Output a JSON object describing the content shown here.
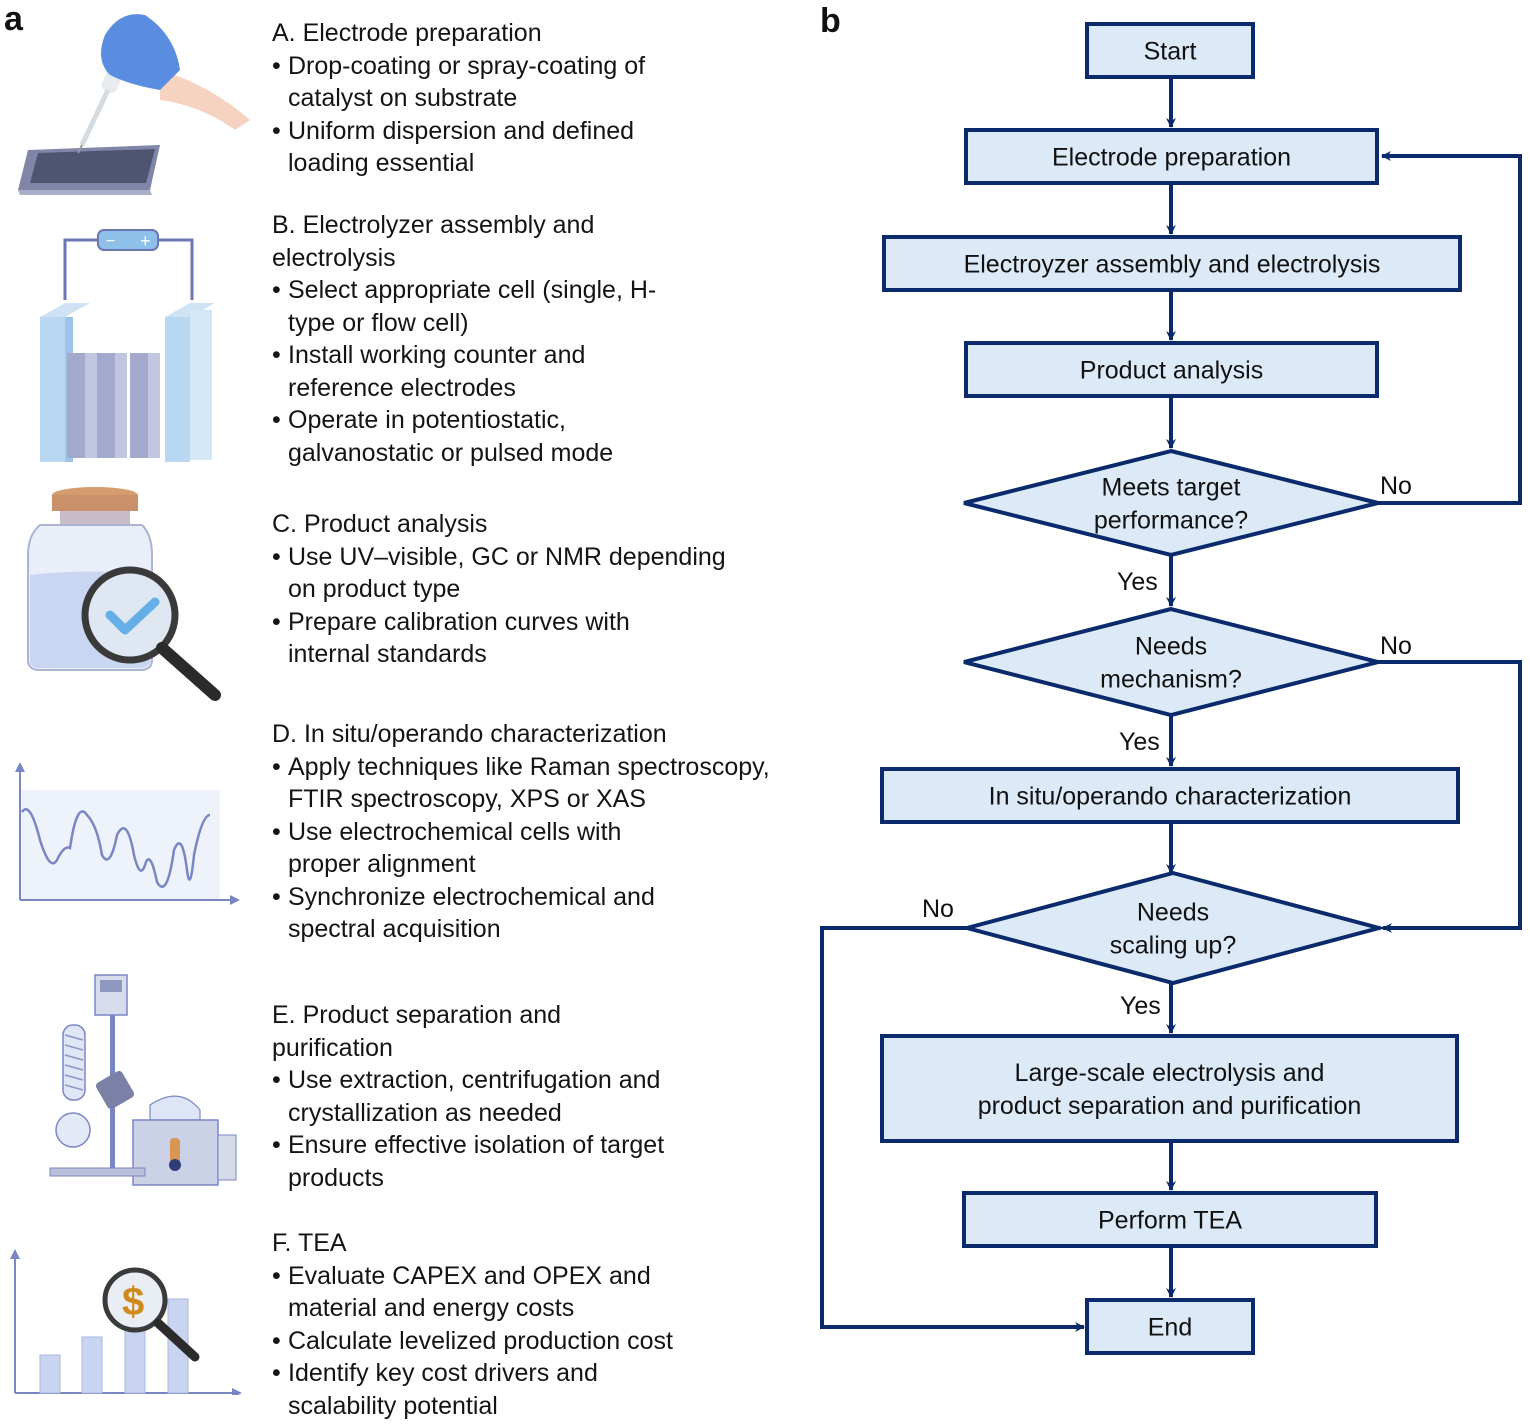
{
  "panels": {
    "a_label": "a",
    "b_label": "b"
  },
  "steps": [
    {
      "title_lines": [
        "A. Electrode preparation"
      ],
      "bullets": [
        [
          "Drop-coating or spray-coating of",
          "catalyst on substrate"
        ],
        [
          "Uniform dispersion and defined",
          "loading essential"
        ]
      ],
      "icon": "pipette-electrode-icon"
    },
    {
      "title_lines": [
        "B. Electrolyzer assembly and",
        "electrolysis"
      ],
      "bullets": [
        [
          "Select appropriate cell (single, H-",
          "type or flow cell)"
        ],
        [
          "Install working counter and",
          "reference electrodes"
        ],
        [
          "Operate in potentiostatic,",
          "galvanostatic or pulsed mode"
        ]
      ],
      "icon": "electrolyzer-cell-icon"
    },
    {
      "title_lines": [
        "C. Product analysis"
      ],
      "bullets": [
        [
          "Use UV–visible, GC or NMR depending",
          "on product type"
        ],
        [
          "Prepare calibration curves with",
          "internal standards"
        ]
      ],
      "icon": "jar-magnifier-icon"
    },
    {
      "title_lines": [
        "D. In situ/operando characterization"
      ],
      "bullets": [
        [
          "Apply techniques like Raman spectroscopy,",
          "FTIR spectroscopy, XPS or XAS"
        ],
        [
          "Use electrochemical cells with",
          "proper alignment"
        ],
        [
          "Synchronize electrochemical and",
          "spectral acquisition"
        ]
      ],
      "icon": "spectrum-plot-icon"
    },
    {
      "title_lines": [
        "E. Product separation and",
        "purification"
      ],
      "bullets": [
        [
          "Use extraction, centrifugation and",
          "crystallization as needed"
        ],
        [
          "Ensure effective isolation of target",
          "products"
        ]
      ],
      "icon": "rotary-evaporator-icon"
    },
    {
      "title_lines": [
        "F. TEA"
      ],
      "bullets": [
        [
          "Evaluate CAPEX and OPEX and",
          "material and energy costs"
        ],
        [
          "Calculate levelized production cost"
        ],
        [
          "Identify key cost drivers and",
          "scalability potential"
        ]
      ],
      "icon": "cost-chart-magnifier-icon"
    }
  ],
  "flowchart": {
    "colors": {
      "stroke": "#0b2a6b",
      "fill": "#dce9f6"
    },
    "nodes": {
      "start": [
        "Start"
      ],
      "electrode": [
        "Electrode preparation"
      ],
      "electrolyzer": [
        "Electroyzer assembly and electrolysis"
      ],
      "analysis": [
        "Product analysis"
      ],
      "meets": [
        "Meets target",
        "performance?"
      ],
      "mechanism": [
        "Needs",
        "mechanism?"
      ],
      "insitu": [
        "In situ/operando characterization"
      ],
      "scaling": [
        "Needs",
        "scaling up?"
      ],
      "largescale": [
        "Large-scale electrolysis and",
        "product separation and purification"
      ],
      "tea": [
        "Perform TEA"
      ],
      "end": [
        "End"
      ]
    },
    "edge_labels": {
      "meets_no": "No",
      "meets_yes": "Yes",
      "mechanism_no": "No",
      "mechanism_yes": "Yes",
      "scaling_no": "No",
      "scaling_yes": "Yes"
    }
  }
}
